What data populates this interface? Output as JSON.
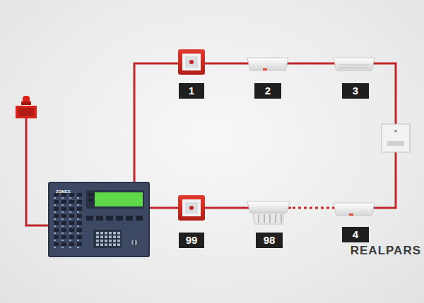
{
  "diagram": {
    "nodes": [
      {
        "text": [
          "ZONES"
        ]
      }
    ],
    "labels": [
      "1",
      "2",
      "3",
      "99",
      "98",
      "4",
      "REALPARS"
    ]
  }
}
